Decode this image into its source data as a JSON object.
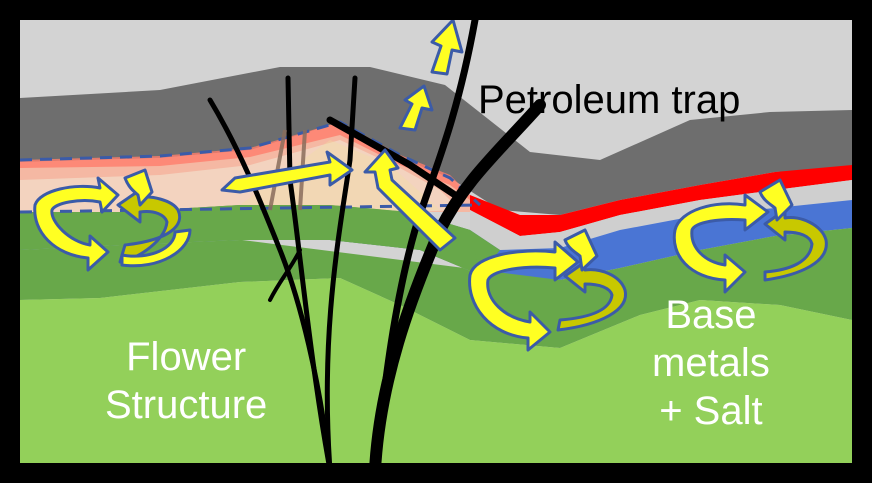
{
  "labels": {
    "petroleum_trap": "Petroleum trap",
    "flower_line1": "Flower",
    "flower_line2": "Structure",
    "base_line1": "Base",
    "base_line2": "metals",
    "base_line3": "+ Salt"
  },
  "colors": {
    "frame": "#000000",
    "sky_layer": "#d3d3d3",
    "cap_rock": "#6e6e6e",
    "red_bed": "#ff0000",
    "blue_bed": "#4a75d4",
    "green_dark": "#68a84a",
    "green_light": "#93d05a",
    "salmon_zone": "#f5b8a3",
    "arrow_fill": "#ffff22",
    "arrow_fill_back": "#c8c800",
    "arrow_outline": "#3b5ba8"
  },
  "icons": [
    "flow-arrow-icon",
    "circulation-arrow-icon"
  ]
}
